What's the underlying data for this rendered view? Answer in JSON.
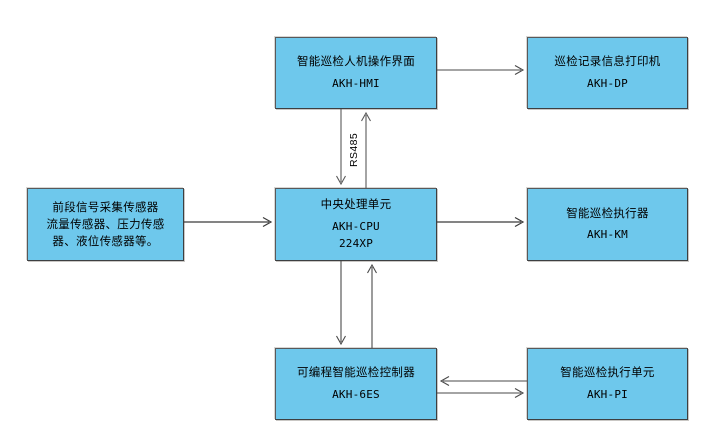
{
  "diagram": {
    "title": "",
    "background_color": "#ffffff",
    "node_fill_color": "#6ec8ec",
    "node_border_color": "#58595b",
    "connector_color": "#3f3f3f",
    "nodes": [
      {
        "id": "sensors",
        "lines": [
          "前段信号采集传感器",
          "流量传感器、压力传感",
          "器、液位传感器等。"
        ],
        "code": ""
      },
      {
        "id": "hmi",
        "lines": [
          "智能巡检人机操作界面"
        ],
        "code": "AKH-HMI"
      },
      {
        "id": "printer",
        "lines": [
          "巡检记录信息打印机"
        ],
        "code": "AKH-DP"
      },
      {
        "id": "cpu",
        "lines": [
          "中央处理单元"
        ],
        "code": "AKH-CPU",
        "code2": "224XP"
      },
      {
        "id": "km",
        "lines": [
          "智能巡检执行器"
        ],
        "code": "AKH-KM"
      },
      {
        "id": "plc",
        "lines": [
          "可编程智能巡检控制器"
        ],
        "code": "AKH-6ES"
      },
      {
        "id": "pi",
        "lines": [
          "智能巡检执行单元"
        ],
        "code": "AKH-PI"
      }
    ],
    "connectors": [
      {
        "id": "hmi-printer",
        "from": "hmi",
        "to": "printer",
        "direction": "right",
        "label": ""
      },
      {
        "id": "sensors-cpu",
        "from": "sensors",
        "to": "cpu",
        "direction": "right",
        "label": ""
      },
      {
        "id": "cpu-km",
        "from": "cpu",
        "to": "km",
        "direction": "right",
        "label": ""
      },
      {
        "id": "hmi-cpu",
        "from": "hmi",
        "to": "cpu",
        "direction": "bidirectional-vertical",
        "label": "RS485"
      },
      {
        "id": "cpu-plc",
        "from": "cpu",
        "to": "plc",
        "direction": "bidirectional-vertical",
        "label": ""
      },
      {
        "id": "pi-plc",
        "from": "pi",
        "to": "plc",
        "direction": "bidirectional-horizontal",
        "label": ""
      }
    ]
  }
}
